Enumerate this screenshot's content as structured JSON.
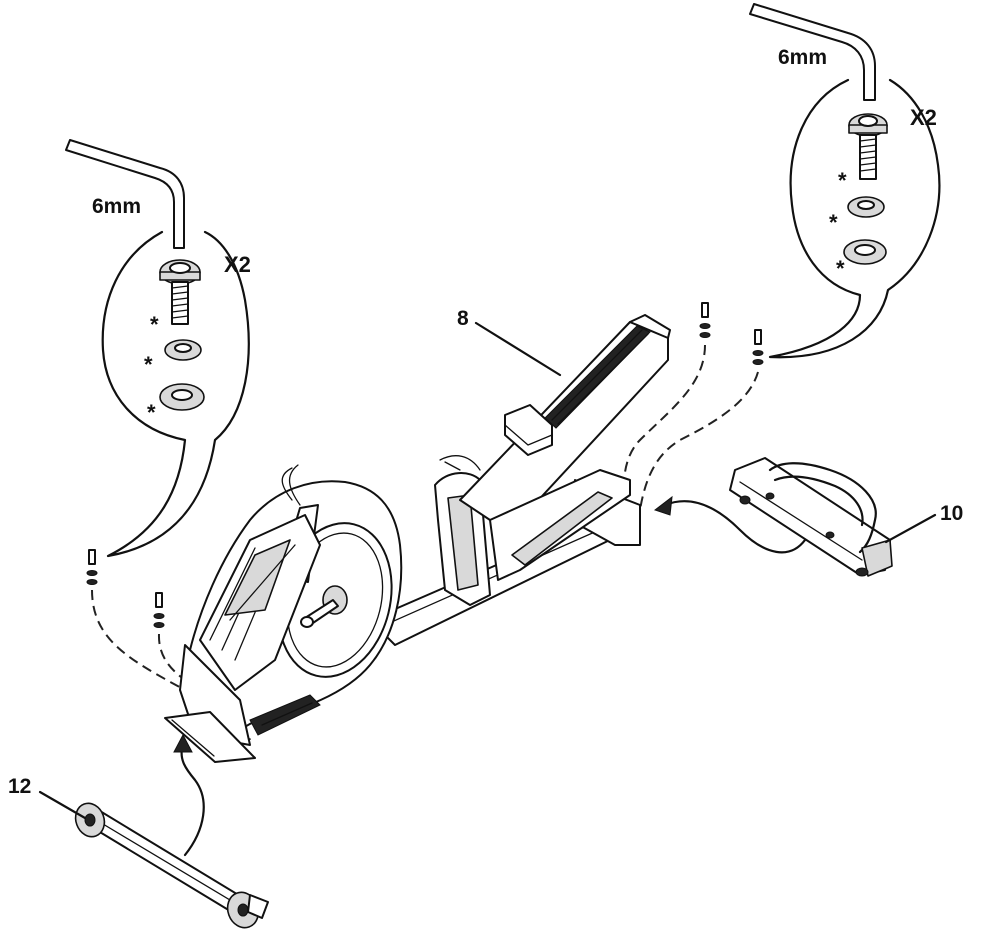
{
  "diagram": {
    "callouts": [
      {
        "id": "left",
        "tool_size": "6mm",
        "quantity": "X2",
        "marker_bolt": "*",
        "marker_lock_washer": "*",
        "marker_flat_washer": "*"
      },
      {
        "id": "right",
        "tool_size": "6mm",
        "quantity": "X2",
        "marker_bolt": "*",
        "marker_lock_washer": "*",
        "marker_flat_washer": "*"
      }
    ],
    "part_labels": [
      {
        "number": "8"
      },
      {
        "number": "10"
      },
      {
        "number": "12"
      }
    ]
  }
}
